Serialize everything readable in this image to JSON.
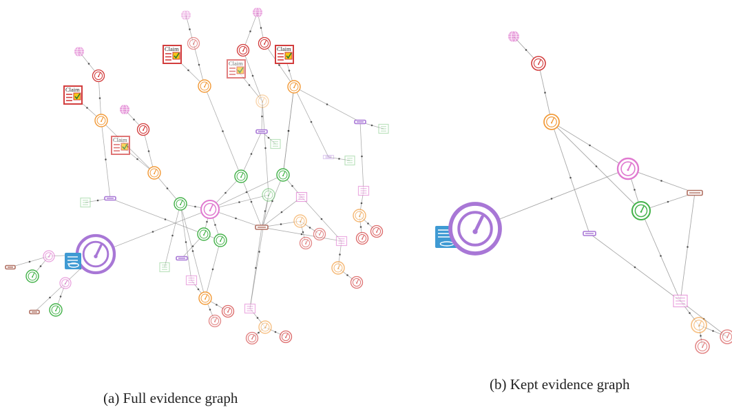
{
  "figure": {
    "captions": {
      "a": "(a) Full evidence graph",
      "b": "(b) Kept evidence graph"
    },
    "node_label": "Claim",
    "colors": {
      "pink": "#e07ad0",
      "red": "#d23c3c",
      "orange": "#f29a38",
      "green": "#44b24a",
      "purple": "#a877d6",
      "brown": "#b07062",
      "blue": "#3f9ad3",
      "edge": "#8a8a8a"
    },
    "icon_names": [
      "gauge-icon",
      "web-icon",
      "claim-card-icon",
      "document-icon",
      "list-icon",
      "bar-icon"
    ]
  }
}
